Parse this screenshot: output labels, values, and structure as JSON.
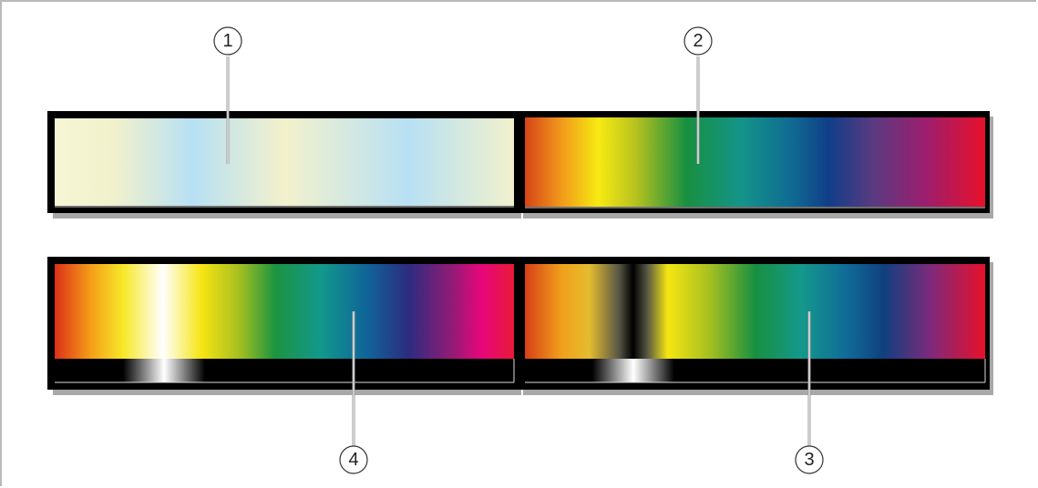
{
  "callouts": [
    {
      "id": "1",
      "label": "1",
      "target": "pastel-spectrum"
    },
    {
      "id": "2",
      "label": "2",
      "target": "full-spectrum"
    },
    {
      "id": "3",
      "label": "3",
      "target": "spectrum-with-dark-band"
    },
    {
      "id": "4",
      "label": "4",
      "target": "spectrum-with-white-band"
    }
  ],
  "colors": {
    "frame": "#b9b9b9",
    "bar_border": "#000000",
    "shadow": "#a8a8a8",
    "leader": "#9a9a9a"
  }
}
